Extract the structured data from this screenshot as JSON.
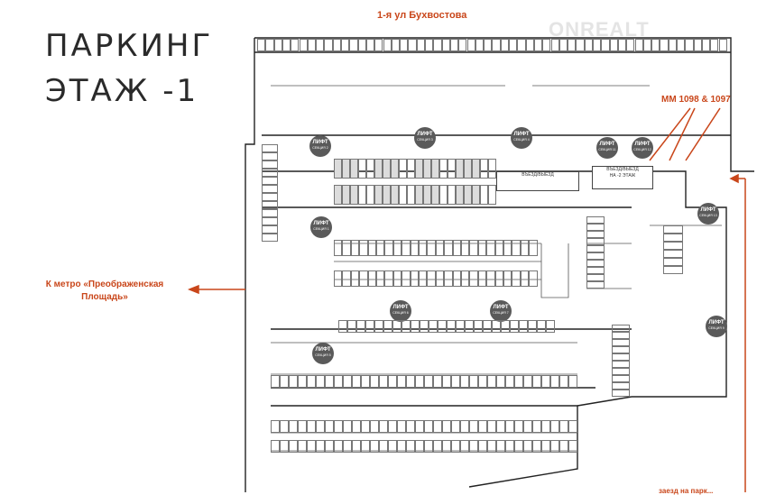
{
  "title": {
    "line1": "ПАРКИНГ",
    "line2": "ЭТАЖ -1"
  },
  "street_label": "1-я ул Бухвостова",
  "callout_mm": "ММ 1098 & 1097",
  "metro_label_line1": "К метро «Преображенская",
  "metro_label_line2": "Площадь»",
  "watermark": "ONREALT",
  "exit_partial": "заезд на парк...",
  "lifts": [
    {
      "label": "ЛИФТ",
      "section": "СЕКЦИЯ 2"
    },
    {
      "label": "ЛИФТ",
      "section": "СЕКЦИЯ 3"
    },
    {
      "label": "ЛИФТ",
      "section": "СЕКЦИЯ 4"
    },
    {
      "label": "ЛИФТ",
      "section": "СЕКЦИЯ 11"
    },
    {
      "label": "ЛИФТ",
      "section": "СЕКЦИЯ 12"
    },
    {
      "label": "ЛИФТ",
      "section": "СЕКЦИЯ 1"
    },
    {
      "label": "ЛИФТ",
      "section": "СЕКЦИЯ 13"
    },
    {
      "label": "ЛИФТ",
      "section": "СЕКЦИЯ 6"
    },
    {
      "label": "ЛИФТ",
      "section": "СЕКЦИЯ 7"
    },
    {
      "label": "ЛИФТ",
      "section": "СЕКЦИЯ 5"
    },
    {
      "label": "ЛИФТ",
      "section": "СЕКЦИЯ 9"
    }
  ],
  "ramps": {
    "ramp1": "ВЪЕЗД/ВЫЕЗД",
    "ramp2_line1": "ВЪЕЗД/ВЫЕЗД",
    "ramp2_line2": "НА -2 ЭТАЖ"
  },
  "colors": {
    "accent": "#c9461a",
    "lift": "#5a5a5a",
    "stall_grey": "#dcdcdc",
    "wall": "#222222"
  }
}
